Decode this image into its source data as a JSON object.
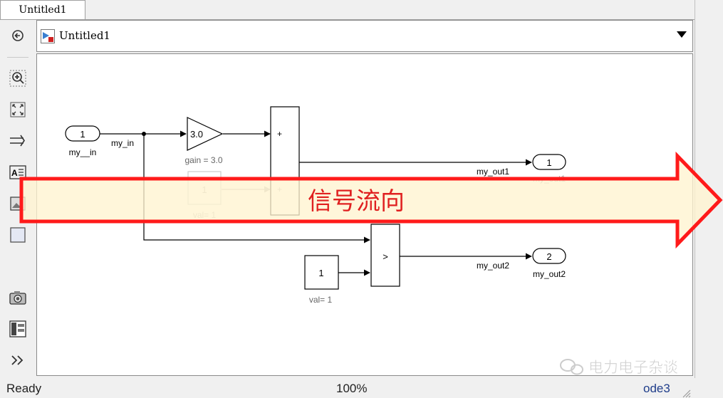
{
  "tab": {
    "label": "Untitled1"
  },
  "address": {
    "model_name": "Untitled1"
  },
  "toolbar": {
    "buttons": [
      "back-icon",
      "zoom-icon",
      "fit-view-icon",
      "signal-flow-icon",
      "annotation-icon",
      "image-icon",
      "area-icon",
      "camera-icon",
      "model-browser-icon",
      "more-icon"
    ]
  },
  "diagram": {
    "inport1": {
      "number": "1",
      "label": "my__in"
    },
    "signal_in_label": "my_in",
    "gain": {
      "value": "3.0",
      "label": "gain = 3.0"
    },
    "const_faded": {
      "value": "1",
      "label": "val= 1"
    },
    "sum": {
      "plus1": "+",
      "plus2": "+"
    },
    "outport1": {
      "number": "1",
      "label": "my_out1"
    },
    "signal_out1_label": "my_out1",
    "relop": {
      "op": ">"
    },
    "const2": {
      "value": "1",
      "label": "val= 1"
    },
    "outport2": {
      "number": "2",
      "label": "my_out2"
    },
    "signal_out2_label": "my_out2"
  },
  "overlay": {
    "arrow_text": "信号流向",
    "watermark": "电力电子杂谈"
  },
  "status": {
    "left": "Ready",
    "zoom": "100%",
    "solver": "ode3"
  },
  "colors": {
    "arrow_stroke": "#ff1a1a",
    "arrow_fill": "#fff4d0",
    "arrow_text": "#e02020"
  }
}
